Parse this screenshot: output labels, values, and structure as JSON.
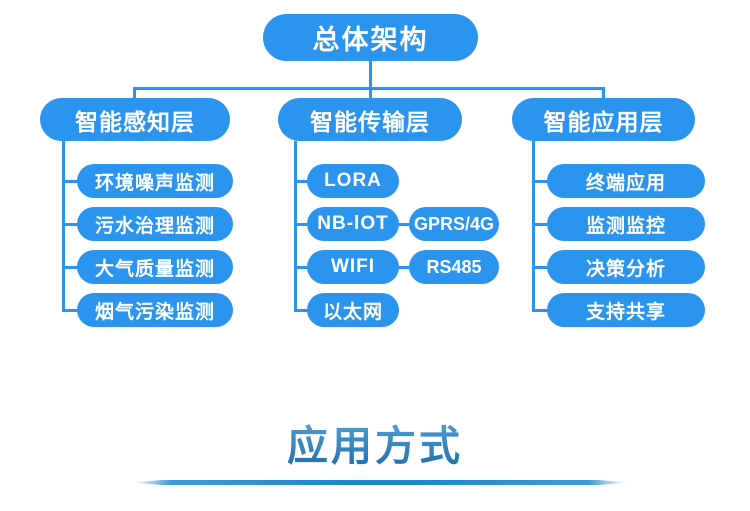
{
  "diagram": {
    "root": {
      "label": "总体架构"
    },
    "columns": [
      {
        "header": {
          "label": "智能感知层"
        },
        "items": [
          {
            "label": "环境噪声监测"
          },
          {
            "label": "污水治理监测"
          },
          {
            "label": "大气质量监测"
          },
          {
            "label": "烟气污染监测"
          }
        ]
      },
      {
        "header": {
          "label": "智能传输层"
        },
        "items": [
          {
            "label": "LORA"
          },
          {
            "label": "NB-lOT",
            "linked": "GPRS/4G"
          },
          {
            "label": "WIFI",
            "linked": "RS485"
          },
          {
            "label": "以太网"
          }
        ]
      },
      {
        "header": {
          "label": "智能应用层"
        },
        "items": [
          {
            "label": "终端应用"
          },
          {
            "label": "监测监控"
          },
          {
            "label": "决策分析"
          },
          {
            "label": "支持共享"
          }
        ]
      }
    ]
  },
  "footer": {
    "title": "应用方式"
  },
  "colors": {
    "node_blue": "#2b94ee",
    "connector_blue": "#2b94ee",
    "footer_title_top": "#55a5d8",
    "footer_title_bottom": "#1e6ead",
    "underline_blue": "#1a85c8"
  }
}
